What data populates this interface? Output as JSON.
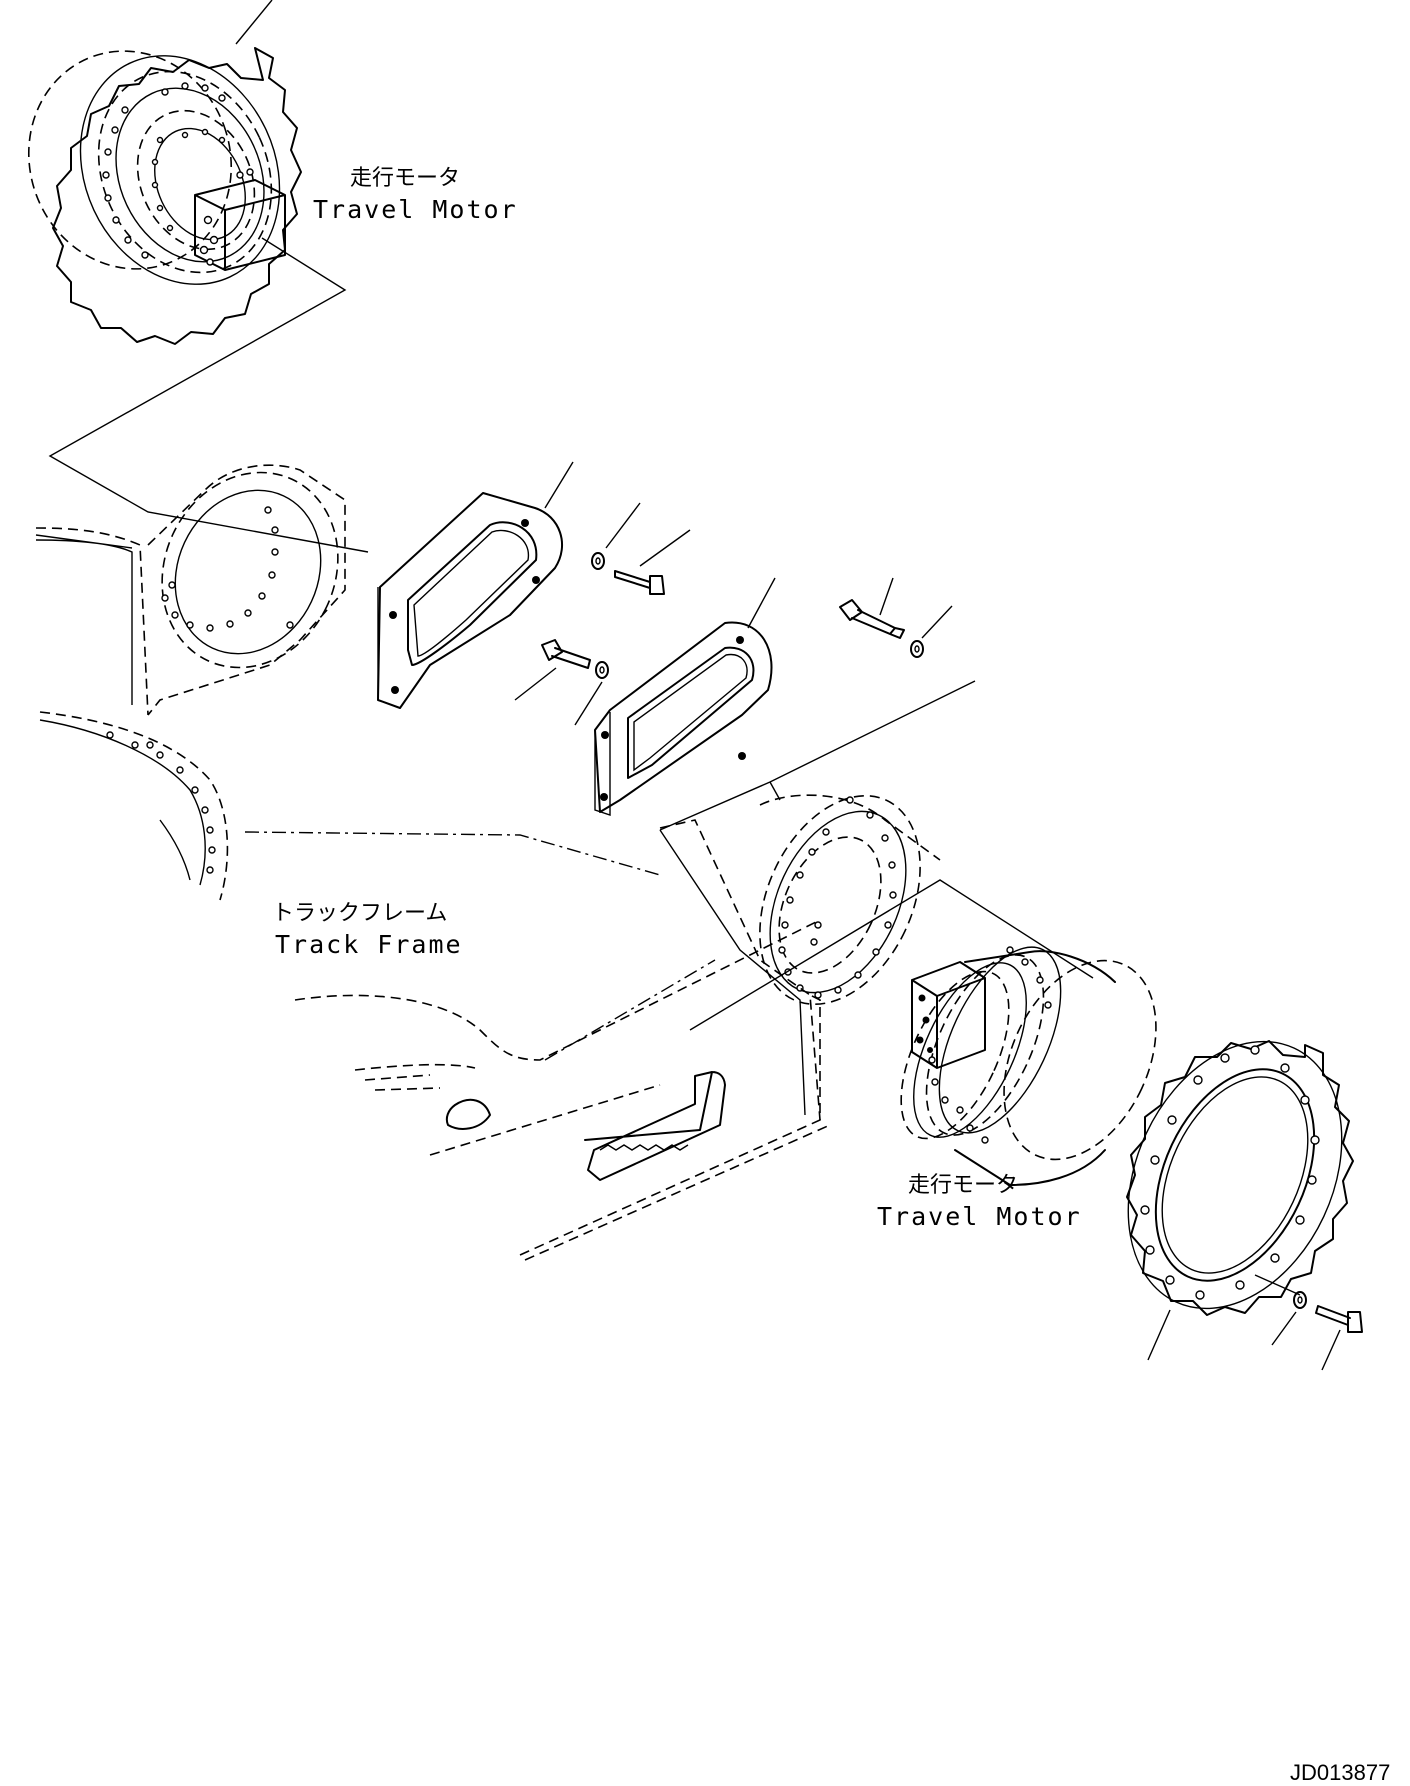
{
  "labels": {
    "motor_top_jp": "走行モータ",
    "motor_top_en": "Travel Motor",
    "frame_jp": "トラックフレーム",
    "frame_en": "Track Frame",
    "motor_right_jp": "走行モータ",
    "motor_right_en": "Travel Motor"
  },
  "drawing_code": "JD013877"
}
